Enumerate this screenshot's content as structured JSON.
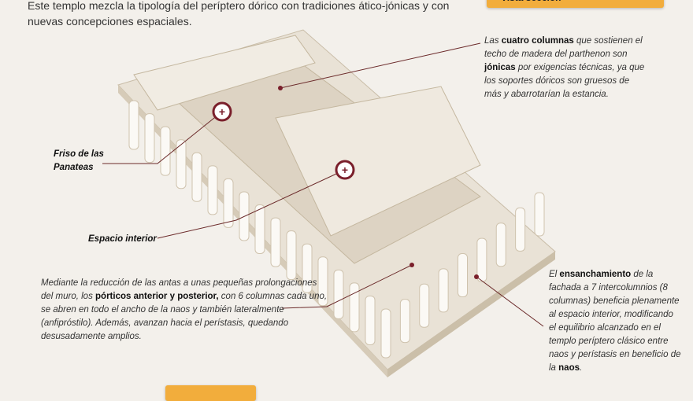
{
  "intro": "Este templo mezcla la tipología del períptero dórico con tradiciones ático-jónicas y con nuevas concepciones espaciales.",
  "buttons": {
    "top": "Vista sección",
    "bottom": ""
  },
  "notes": {
    "columns": {
      "p1": "Las ",
      "b1": "cuatro columnas",
      "p2": " que sostienen el techo de madera del parthenon son ",
      "b2": "jónicas",
      "p3": " por exigencias técnicas, ya que los soportes dóricos son gruesos de más y abarrotarían la estancia."
    },
    "porticos": {
      "p1": "Mediante la reducción de las antas a unas pequeñas prolongaciones del muro, los ",
      "b1": "pórticos anterior y posterior,",
      "p2": " con 6 columnas cada uno, se abren en todo el ancho de la naos y también lateralmente (anfipróstilo). Además, avanzan hacia el perístasis, quedando desusadamente amplios."
    },
    "facade": {
      "p1": "El ",
      "b1": "ensanchamiento",
      "p2": " de la fachada a 7 intercolumnios (8 columnas) beneficia plenamente al espacio interior, modificando el equilibrio alcanzado en el templo períptero clásico entre naos y perístasis en beneficio de la ",
      "b2": "naos",
      "p3": "."
    }
  },
  "labels": {
    "friso": "Friso de las Panateas",
    "espacio": "Espacio interior"
  },
  "colors": {
    "accent": "#f2ad3c",
    "line": "#6b2a2a",
    "marker": "#7a1f2b"
  }
}
